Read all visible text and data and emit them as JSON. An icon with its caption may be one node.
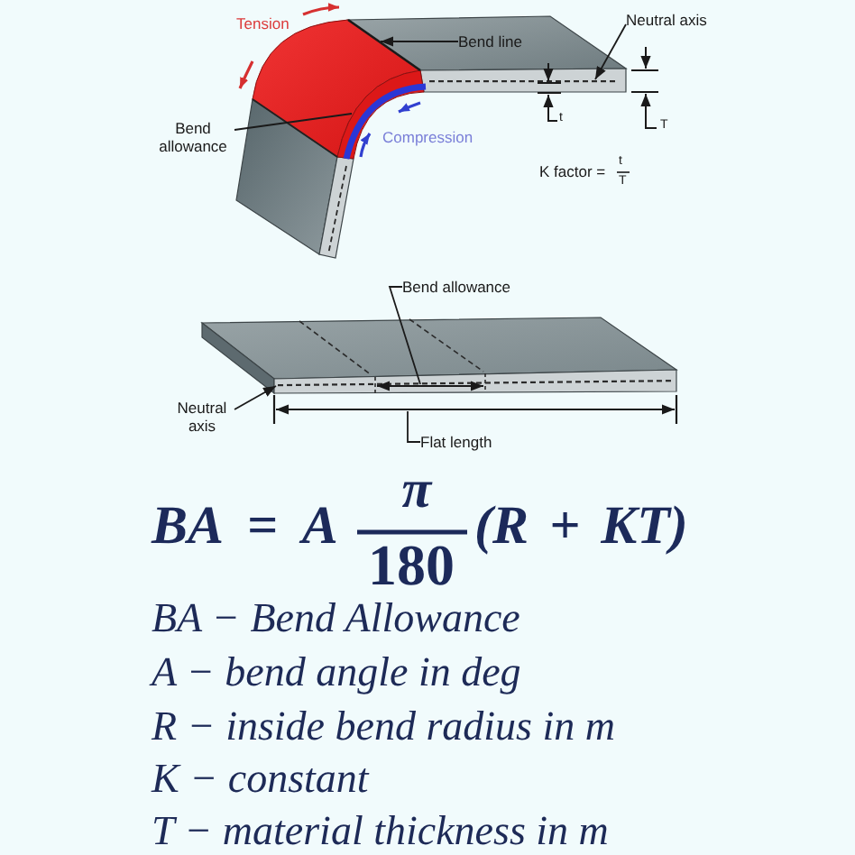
{
  "diagram": {
    "nodes": [
      {
        "text": [
          "Bend line"
        ]
      },
      {
        "text": [
          "Bend allowance"
        ]
      },
      {
        "text": [
          "Neutral axis"
        ]
      },
      {
        "text": [
          "Bend allowance"
        ]
      },
      {
        "text": [
          "Neutral axis"
        ]
      },
      {
        "text": [
          "Flat length"
        ]
      },
      {
        "text": [],
        "shape": "band"
      },
      {
        "text": [],
        "shape": "line"
      },
      {
        "text": [],
        "shape": "line"
      },
      {
        "text": [],
        "shape": "line"
      },
      {
        "text": [],
        "shape": "line"
      },
      {
        "text": [],
        "shape": "line"
      }
    ],
    "edges": [
      {
        "from": 0,
        "to": 7,
        "arrow": "to"
      },
      {
        "from": 1,
        "to": 6,
        "arrow": "none"
      },
      {
        "from": 2,
        "to": 8,
        "arrow": "to"
      },
      {
        "from": 3,
        "to": 9,
        "arrow": "none"
      },
      {
        "from": 4,
        "to": 10,
        "arrow": "to"
      },
      {
        "from": 5,
        "to": 11,
        "arrow": "none"
      }
    ],
    "labels": [
      "Tension",
      "t",
      "T",
      "Compression",
      "K factor =",
      "t",
      "T",
      "BA = A",
      "π",
      "180",
      "(R + KT)",
      "BA − Bend Allowance",
      "A − bend angle in deg",
      "R − inside bend radius in m",
      "K − constant",
      "T − material thickness in m"
    ]
  }
}
